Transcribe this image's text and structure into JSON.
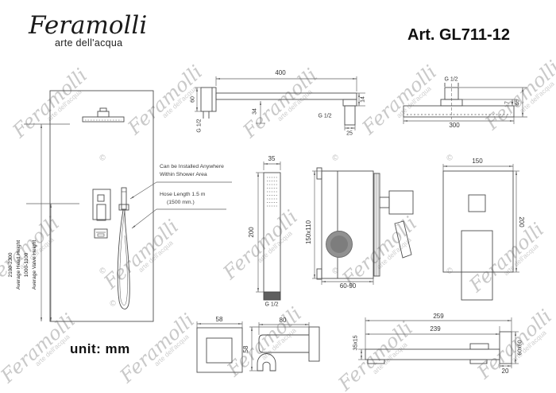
{
  "header": {
    "logo": "Feramolli",
    "logo_sub": "arte dell'acqua",
    "art": "Art. GL711-12"
  },
  "unit_label": "unit: mm",
  "watermark": {
    "text": "Feramolli",
    "sub": "arte dell'acqua",
    "copyright": "©"
  },
  "panel": {
    "head_height_range": "2100-2300",
    "head_height_label": "Average Head Height",
    "valve_height_range": "1000-1100",
    "valve_height_label": "Average Valve Height"
  },
  "annotations": {
    "install_line1": "Can be Installed Anywhere",
    "install_line2": "Within Shower Area",
    "hose_line1": "Hose Length 1.5 m",
    "hose_line2": "(1500 mm.)"
  },
  "arm": {
    "length": "400",
    "flange": "60",
    "thread_left": "G 1/2",
    "drop": "34",
    "end_height": "14",
    "thread_right": "G 1/2",
    "tip": "25"
  },
  "head": {
    "thread": "G 1/2",
    "base_height": "7",
    "total_height": "46",
    "width": "300"
  },
  "handshower": {
    "width": "35",
    "length": "200",
    "thread": "G 1/2"
  },
  "valve": {
    "body_size": "150x110",
    "depth_range": "60-90"
  },
  "plate": {
    "width": "150",
    "height": "200"
  },
  "escutcheon": {
    "size": "58"
  },
  "holder": {
    "length": "80",
    "height": "58"
  },
  "spout": {
    "total_length": "259",
    "reach": "239",
    "profile": "35x15",
    "flange": "60x60",
    "depth": "20"
  }
}
